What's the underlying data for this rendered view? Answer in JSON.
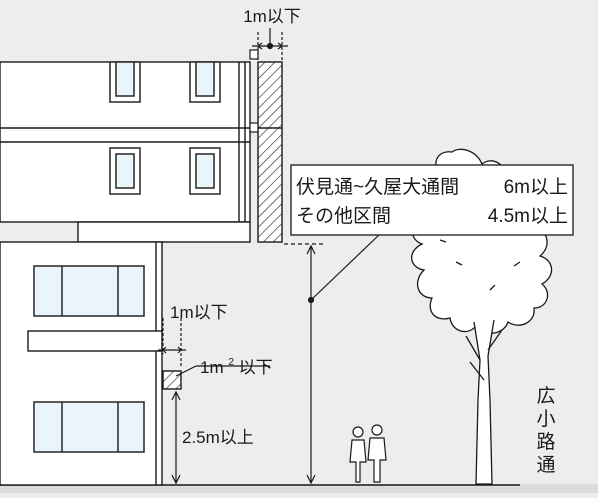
{
  "labels": {
    "top_projection_limit": "1m以下",
    "side_projection_limit": "1m以下",
    "sign_area_limit_prefix": "1m",
    "sign_area_limit_sup": "2",
    "sign_area_limit_suffix": "以下",
    "min_height_small_sign": "2.5m以上",
    "street_name_chars": [
      "広",
      "小",
      "路",
      "通"
    ]
  },
  "height_table": {
    "rows": [
      {
        "section": "伏見通~久屋大通間",
        "value": "6m以上"
      },
      {
        "section": "その他区間",
        "value": "4.5m以上"
      }
    ]
  },
  "colors": {
    "background": "#ecedee",
    "building_fill": "#ffffff",
    "line": "#1a1a1a",
    "window_fill": "#eaf4fb",
    "window_frame": "#333333",
    "tree_fill": "#ffffff"
  }
}
